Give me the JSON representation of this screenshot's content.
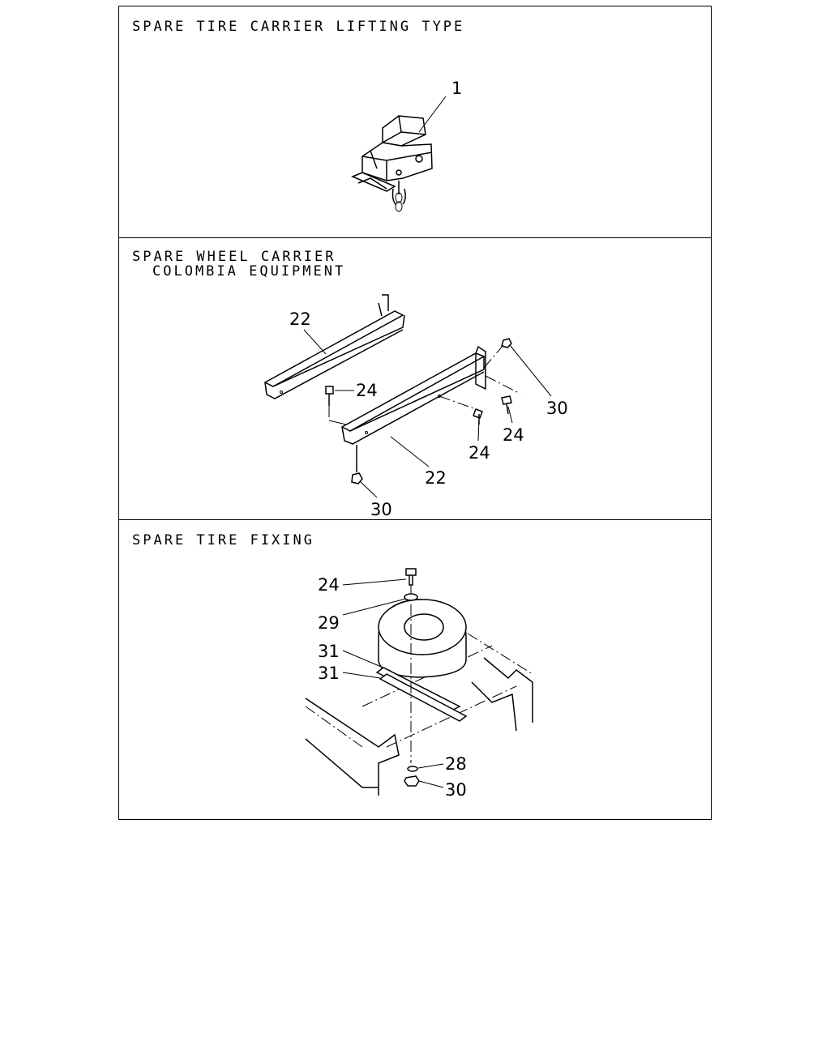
{
  "panels": [
    {
      "title": "SPARE TIRE CARRIER LIFTING TYPE",
      "callouts": [
        "1"
      ]
    },
    {
      "title_line1": "SPARE WHEEL CARRIER",
      "title_line2": "COLOMBIA EQUIPMENT",
      "callouts": [
        "22",
        "24",
        "30",
        "24",
        "24",
        "22",
        "30"
      ]
    },
    {
      "title": "SPARE TIRE FIXING",
      "callouts": [
        "24",
        "29",
        "31",
        "31",
        "28",
        "30"
      ]
    }
  ]
}
